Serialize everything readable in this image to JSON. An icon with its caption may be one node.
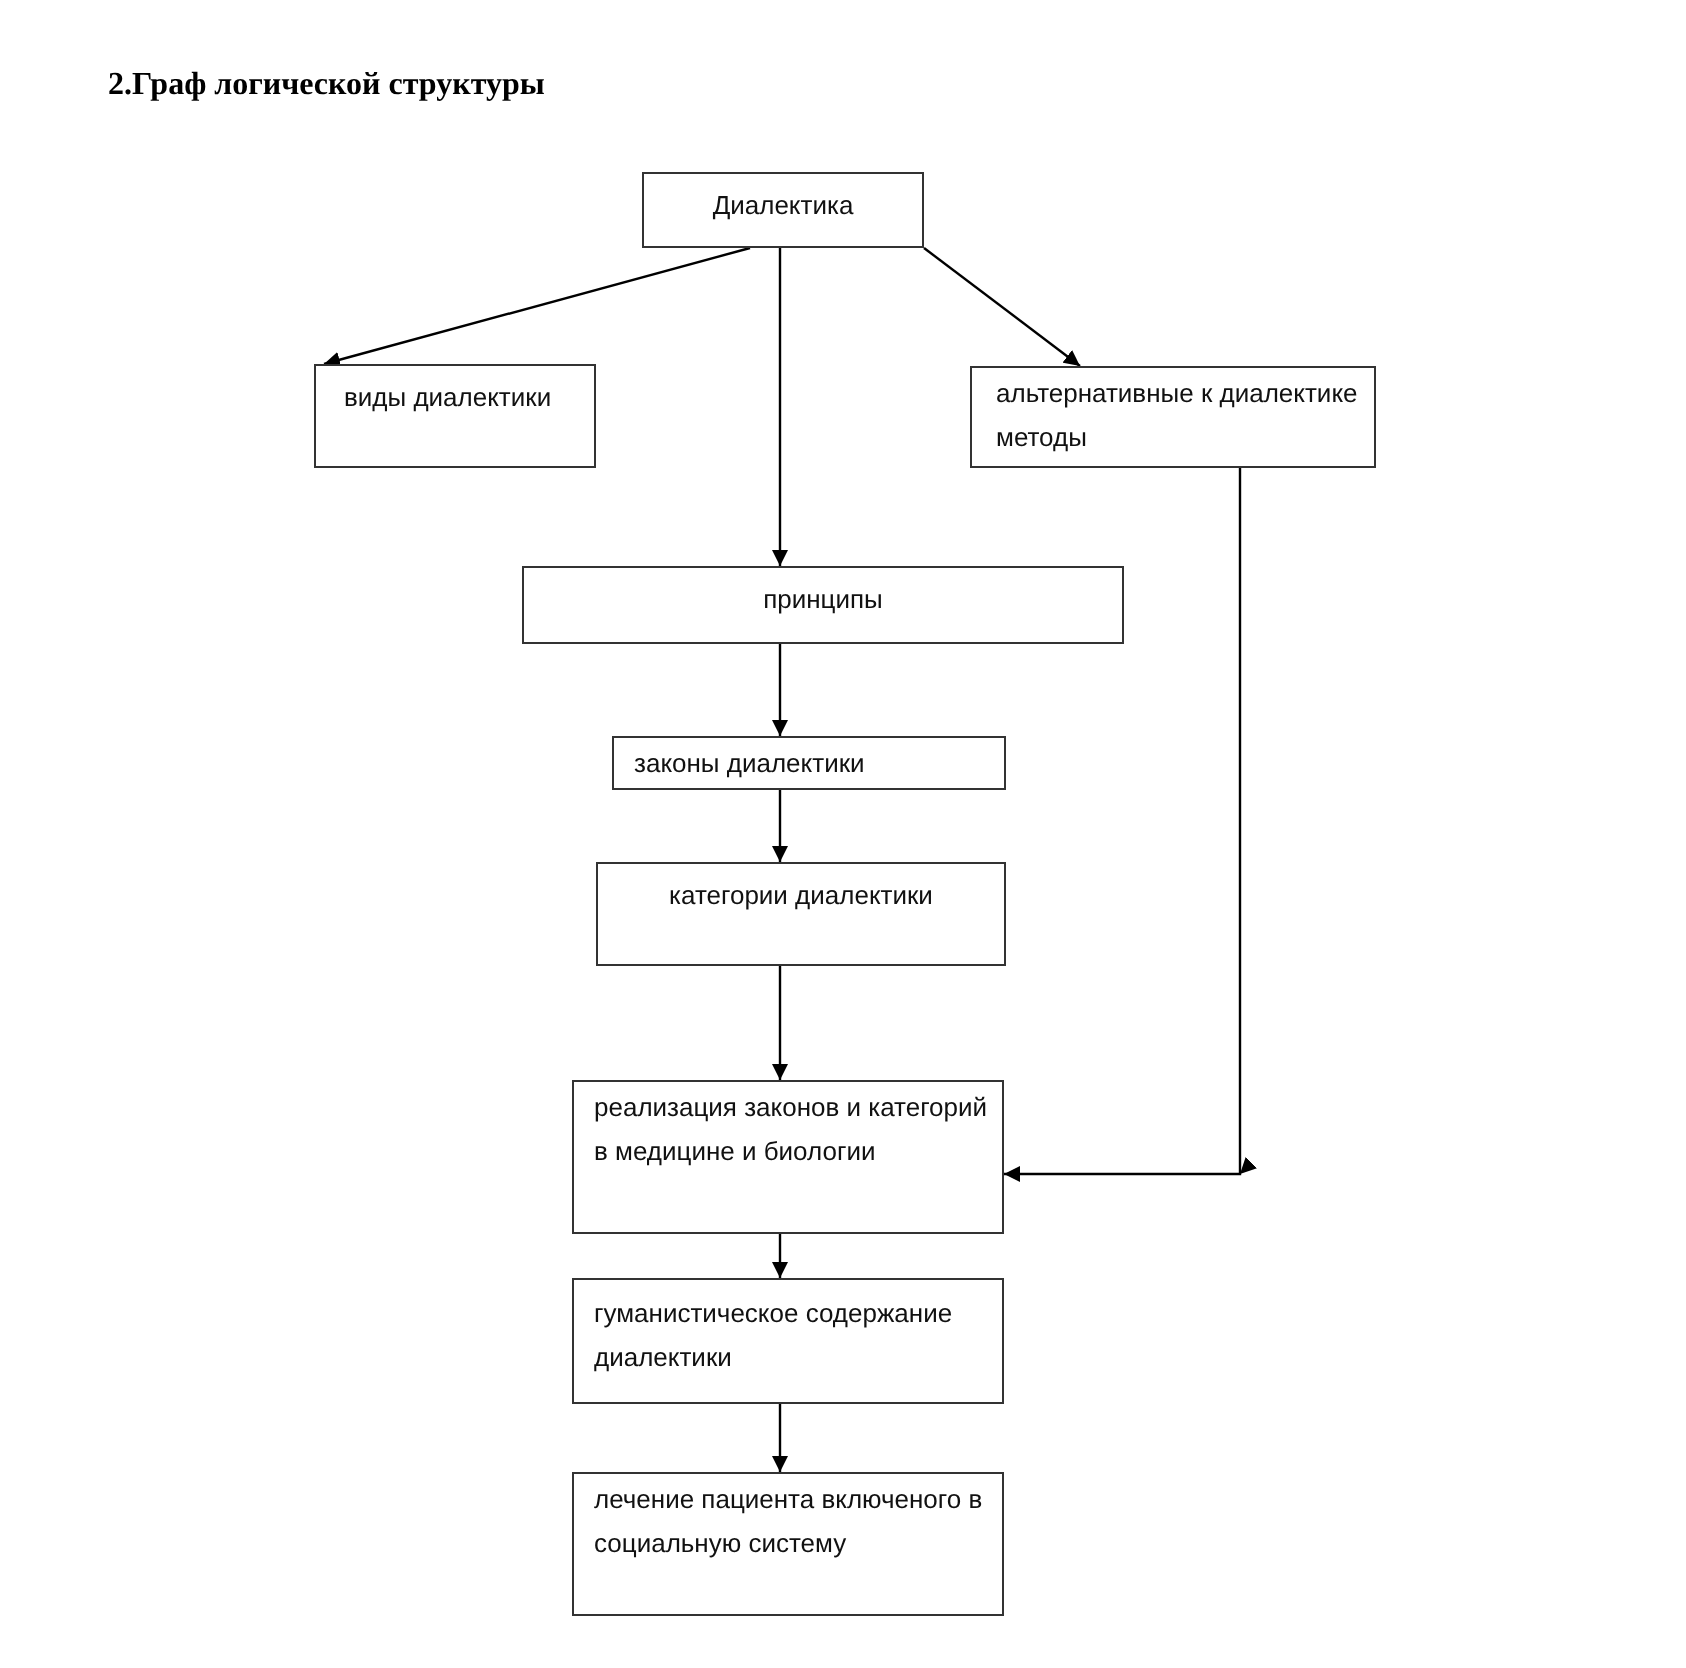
{
  "diagram": {
    "title": "2.Граф логической структуры",
    "nodes": [
      {
        "text": [
          "Диалектика"
        ]
      },
      {
        "text": [
          "виды диалектики"
        ]
      },
      {
        "text": [
          "альтернативные к диалектике методы"
        ]
      },
      {
        "text": [
          "принципы"
        ]
      },
      {
        "text": [
          "законы диалектики"
        ]
      },
      {
        "text": [
          "категории диалектики"
        ]
      },
      {
        "text": [
          "реализация законов и категорий в медицине и биологии"
        ]
      },
      {
        "text": [
          "гуманистическое содержание диалектики"
        ]
      },
      {
        "text": [
          "лечение пациента включеного в социальную систему"
        ]
      }
    ],
    "edges": [
      {
        "from": 0,
        "to": 1,
        "arrow": "to"
      },
      {
        "from": 0,
        "to": 3,
        "arrow": "to"
      },
      {
        "from": 0,
        "to": 2,
        "arrow": "to"
      },
      {
        "from": 3,
        "to": 4,
        "arrow": "to"
      },
      {
        "from": 4,
        "to": 5,
        "arrow": "to"
      },
      {
        "from": 5,
        "to": 6,
        "arrow": "to"
      },
      {
        "from": 2,
        "to": 6,
        "arrow": "to"
      },
      {
        "from": 6,
        "to": 7,
        "arrow": "to"
      },
      {
        "from": 7,
        "to": 8,
        "arrow": "to"
      }
    ]
  }
}
